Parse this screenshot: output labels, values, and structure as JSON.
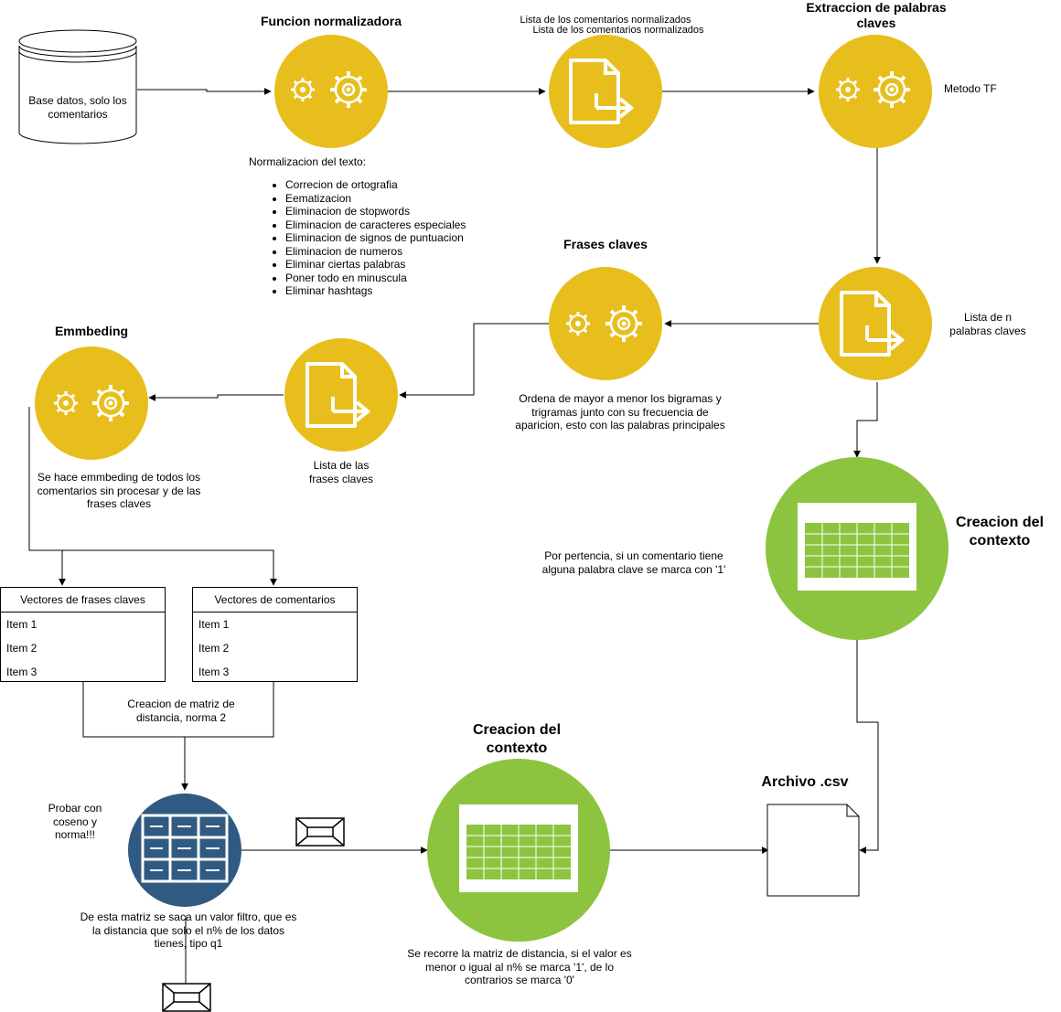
{
  "colors": {
    "process": "#E8BE1C",
    "context": "#8CC43F",
    "matrix": "#305A82",
    "stroke": "#000000",
    "icon": "#ffffff"
  },
  "nodes": {
    "database": {
      "label": "Base datos, solo los comentarios",
      "icon": "database-cylinder"
    },
    "normalizer": {
      "title": "Funcion normalizadora",
      "icon": "gears-icon"
    },
    "normalized_list": {
      "label_a": "Lista de los comentarios normalizados",
      "label_b": "Lista de los comentarios normalizados",
      "icon": "document-export-icon"
    },
    "keyword_extraction": {
      "title": "Extraccion de palabras claves",
      "note": "Metodo TF",
      "icon": "gears-icon"
    },
    "keyword_list": {
      "label": "Lista de n palabras claves",
      "icon": "document-export-icon"
    },
    "phrases": {
      "title": "Frases claves",
      "note": "Ordena de mayor a menor los bigramas y trigramas junto con su frecuencia de aparicion, esto con las palabras principales",
      "icon": "gears-icon"
    },
    "phrase_list": {
      "label": "Lista de las frases claves",
      "icon": "document-export-icon"
    },
    "embedding": {
      "title": "Emmbeding",
      "note": "Se hace emmbeding de todos los comentarios sin procesar y de las frases claves",
      "icon": "gears-icon"
    },
    "context_right": {
      "title": "Creacion del contexto",
      "note": "Por pertencia, si un comentario tiene alguna palabra clave se marca con '1'",
      "icon": "spreadsheet-icon"
    },
    "matrix": {
      "note_left": "Probar con coseno y norma!!!",
      "note_below": "De esta matriz se saca un valor filtro, que es la distancia que solo el n% de los datos tienes, tipo q1",
      "icon": "table-grid-icon"
    },
    "context_bottom": {
      "title": "Creacion del contexto",
      "note": "Se recorre la matriz de distancia, si el valor es menor o igual al n% se marca '1', de lo contrarios se marca '0'",
      "icon": "spreadsheet-icon"
    },
    "csv_file": {
      "title": "Archivo .csv",
      "icon": "file-icon"
    }
  },
  "normalization": {
    "heading": "Normalizacion del texto:",
    "steps": [
      "Correcion de ortografia",
      "Eematizacion",
      "Eliminacion de stopwords",
      "Eliminacion de caracteres especiales",
      "Eliminacion de signos de puntuacion",
      "Eliminacion de numeros",
      "Eliminar ciertas palabras",
      "Poner todo en minuscula",
      "Eliminar hashtags"
    ]
  },
  "vector_tables": [
    {
      "header": "Vectores de frases claves",
      "items": [
        "Item 1",
        "Item 2",
        "Item 3"
      ]
    },
    {
      "header": "Vectores de comentarios",
      "items": [
        "Item 1",
        "Item 2",
        "Item 3"
      ]
    }
  ],
  "distance_matrix_label": "Creacion de matriz de distancia, norma 2",
  "envelope_icons": [
    "envelope-icon",
    "envelope-icon"
  ]
}
